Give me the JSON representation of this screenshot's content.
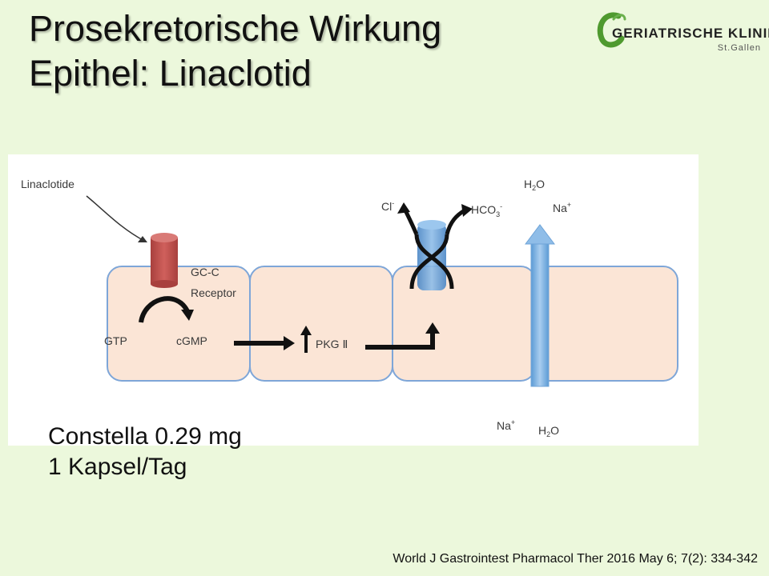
{
  "slide": {
    "title_line1": "Prosekretorische Wirkung",
    "title_line2": "Epithel: Linaclotid",
    "logo_main": "GERIATRISCHE KLINIK",
    "logo_sub": "St.Gallen",
    "drug_line1": "Constella 0.29 mg",
    "drug_line2": "1 Kapsel/Tag",
    "reference": "World J Gastrointest Pharmacol Ther 2016 May 6; 7(2): 334-342"
  },
  "diagram": {
    "linaclotide": "Linaclotide",
    "receptor_line1": "GC-C",
    "receptor_line2": "Receptor",
    "gtp": "GTP",
    "cgmp": "cGMP",
    "pkg": "PKG Ⅱ",
    "cl": "Cl",
    "cl_sup": "-",
    "hco3": "HCO",
    "hco3_sub": "3",
    "hco3_sup": "-",
    "h2o_top": "H",
    "h2o_top_sub": "2",
    "h2o_top_o": "O",
    "na_top": "Na",
    "na_top_sup": "+",
    "na_bottom": "Na",
    "na_bottom_sup": "+",
    "h2o_bottom": "H",
    "h2o_bottom_sub": "2",
    "h2o_bottom_o": "O"
  },
  "colors": {
    "background": "#ecf8dc",
    "cell_fill": "#fbe5d6",
    "cell_stroke": "#7ea6d8",
    "receptor": "#c0504d",
    "channel": "#5b9bd5",
    "logo_green": "#4f9a2f"
  }
}
